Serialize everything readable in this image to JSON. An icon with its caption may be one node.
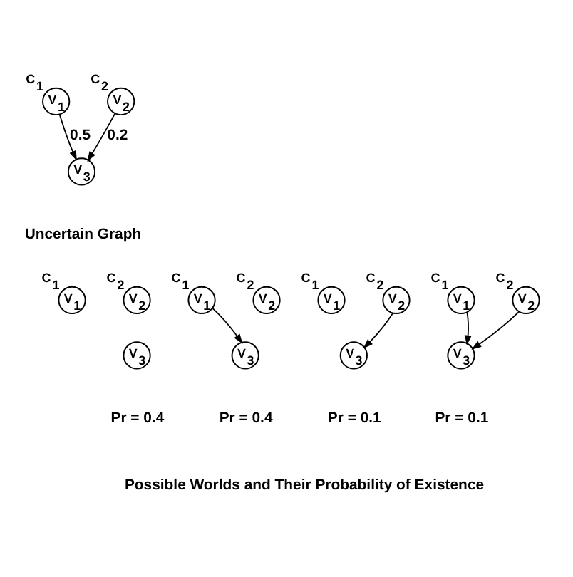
{
  "diagram": {
    "nodes": [
      {
        "text": [
          "V$_{1}$"
        ],
        "beside": [
          "C$_{1}$"
        ]
      },
      {
        "text": [
          "V$_{2}$"
        ],
        "beside": [
          "C$_{2}$"
        ]
      },
      {
        "text": [
          "V$_{3}$"
        ]
      },
      {
        "text": [
          "V$_{1}$"
        ],
        "beside": [
          "C$_{1}$"
        ]
      },
      {
        "text": [
          "V$_{2}$"
        ],
        "beside": [
          "C$_{2}$"
        ]
      },
      {
        "text": [
          "V$_{3}$"
        ]
      },
      {
        "text": [
          "V$_{1}$"
        ],
        "beside": [
          "C$_{1}$"
        ]
      },
      {
        "text": [
          "V$_{2}$"
        ],
        "beside": [
          "C$_{2}$"
        ]
      },
      {
        "text": [
          "V$_{3}$"
        ]
      },
      {
        "text": [
          "V$_{1}$"
        ],
        "beside": [
          "C$_{1}$"
        ]
      },
      {
        "text": [
          "V$_{2}$"
        ],
        "beside": [
          "C$_{2}$"
        ]
      },
      {
        "text": [
          "V$_{3}$"
        ]
      },
      {
        "text": [
          "V$_{1}$"
        ],
        "beside": [
          "C$_{1}$"
        ]
      },
      {
        "text": [
          "V$_{2}$"
        ],
        "beside": [
          "C$_{2}$"
        ]
      },
      {
        "text": [
          "V$_{3}$"
        ]
      }
    ],
    "edges": [
      {
        "from": 0,
        "to": 2,
        "arrow": "to",
        "label": "0.5"
      },
      {
        "from": 1,
        "to": 2,
        "arrow": "to",
        "label": "0.2"
      },
      {
        "from": 6,
        "to": 8,
        "arrow": "to"
      },
      {
        "from": 10,
        "to": 11,
        "arrow": "to"
      },
      {
        "from": 12,
        "to": 14,
        "arrow": "to"
      },
      {
        "from": 13,
        "to": 14,
        "arrow": "to"
      }
    ],
    "labels": [
      "Uncertain Graph",
      "Pr = 0.4",
      "Pr = 0.4",
      "Pr = 0.1",
      "Pr = 0.1",
      "Possible Worlds and Their Probability of Existence"
    ]
  }
}
